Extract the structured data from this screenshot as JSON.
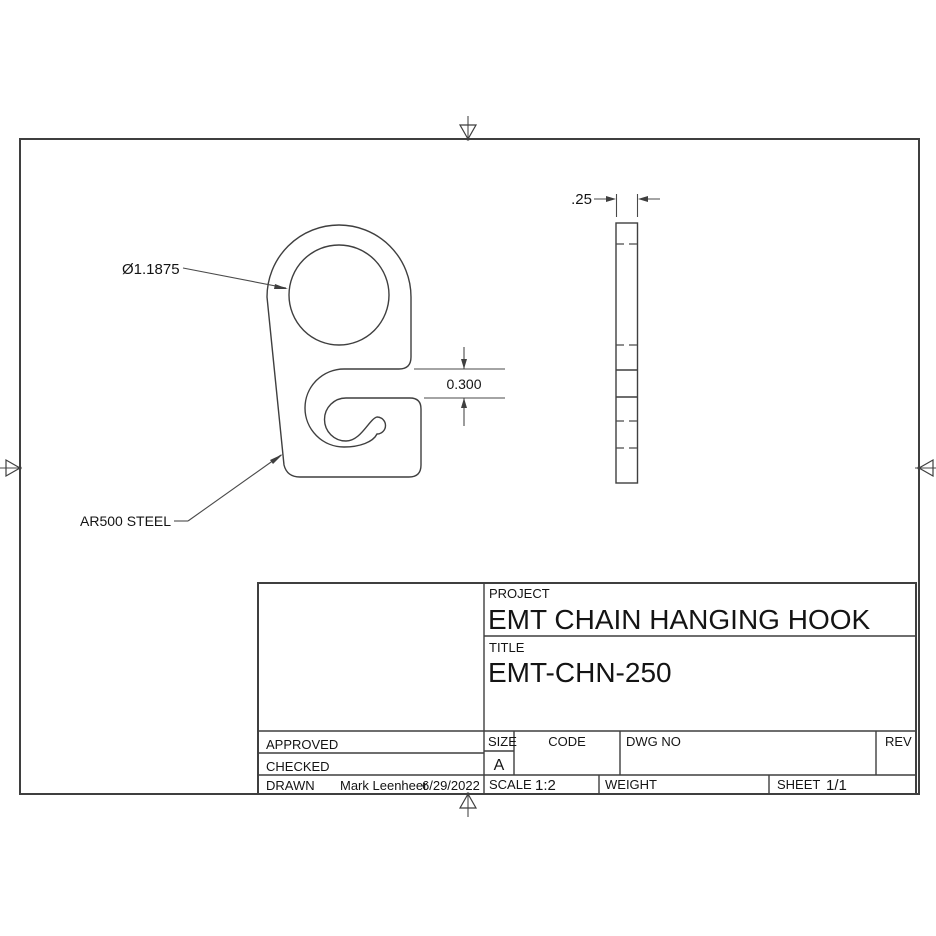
{
  "colors": {
    "background": "#ffffff",
    "line": "#3f3f3f",
    "text": "#141414"
  },
  "front_view": {
    "hole_diameter_dim": "Ø1.1875",
    "slot_gap_dim": "0.300",
    "material_note": "AR500 STEEL"
  },
  "side_view": {
    "thickness_dim": ".25"
  },
  "title_block": {
    "project_label": "PROJECT",
    "project_name": "EMT CHAIN HANGING HOOK",
    "title_label": "TITLE",
    "title_value": "EMT-CHN-250",
    "approved_label": "APPROVED",
    "checked_label": "CHECKED",
    "drawn_label": "DRAWN",
    "drawn_by": "Mark Leenheer",
    "drawn_date": "6/29/2022",
    "size_label": "SIZE",
    "size_value": "A",
    "code_label": "CODE",
    "dwg_no_label": "DWG NO",
    "rev_label": "REV",
    "scale_label": "SCALE",
    "scale_value": "1:2",
    "weight_label": "WEIGHT",
    "sheet_label": "SHEET",
    "sheet_value": "1/1"
  }
}
